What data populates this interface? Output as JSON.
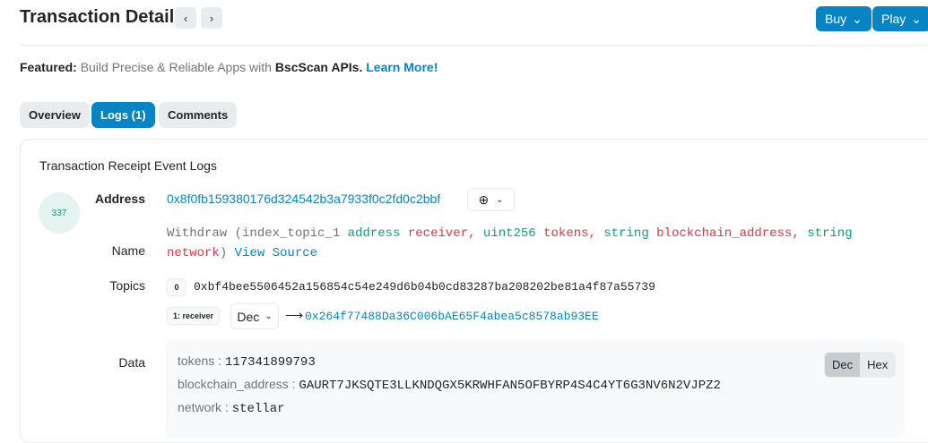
{
  "header": {
    "title": "Transaction Details",
    "prev_icon": "chevron-left-icon",
    "next_icon": "chevron-right-icon",
    "buy_label": "Buy",
    "play_label": "Play"
  },
  "featured": {
    "label": "Featured:",
    "text": "Build Precise & Reliable Apps with",
    "brand": "BscScan APIs.",
    "link": "Learn More!"
  },
  "tabs": [
    {
      "label": "Overview"
    },
    {
      "label": "Logs (1)",
      "active": true
    },
    {
      "label": "Comments"
    }
  ],
  "logs": {
    "title": "Transaction Receipt Event Logs",
    "index": "337",
    "address_label": "Address",
    "address": "0x8f0fb159380176d324542b3a7933f0c2fd0c2bbf",
    "name_label": "Name",
    "name": {
      "fn": "Withdraw (index_topic_1",
      "t1": "address",
      "n1": "receiver,",
      "t2": "uint256",
      "n2": "tokens,",
      "t3": "string",
      "n3": "blockchain_address,",
      "t4": "string",
      "n4": "network",
      ")": ")",
      "view_source": "View Source"
    },
    "topics_label": "Topics",
    "topic0_index": "0",
    "topic0": "0xbf4bee5506452a156854c54e249d6b04b0cd83287ba208202be81a4f87a55739",
    "topic1_index": "1: receiver",
    "topic1_format": "Dec",
    "topic1": "0x264f77488Da36C006bAE65F4abea5c8578ab93EE",
    "data_label": "Data",
    "data": [
      {
        "key": "tokens",
        "value": "117341899793"
      },
      {
        "key": "blockchain_address",
        "value": "GAURT7JKSQTE3LLKNDQGX5KRWHFAN5OFBYRP4S4C4YT6G3NV6N2VJPZ2"
      },
      {
        "key": "network",
        "value": "stellar"
      }
    ],
    "dec_label": "Dec",
    "hex_label": "Hex"
  }
}
